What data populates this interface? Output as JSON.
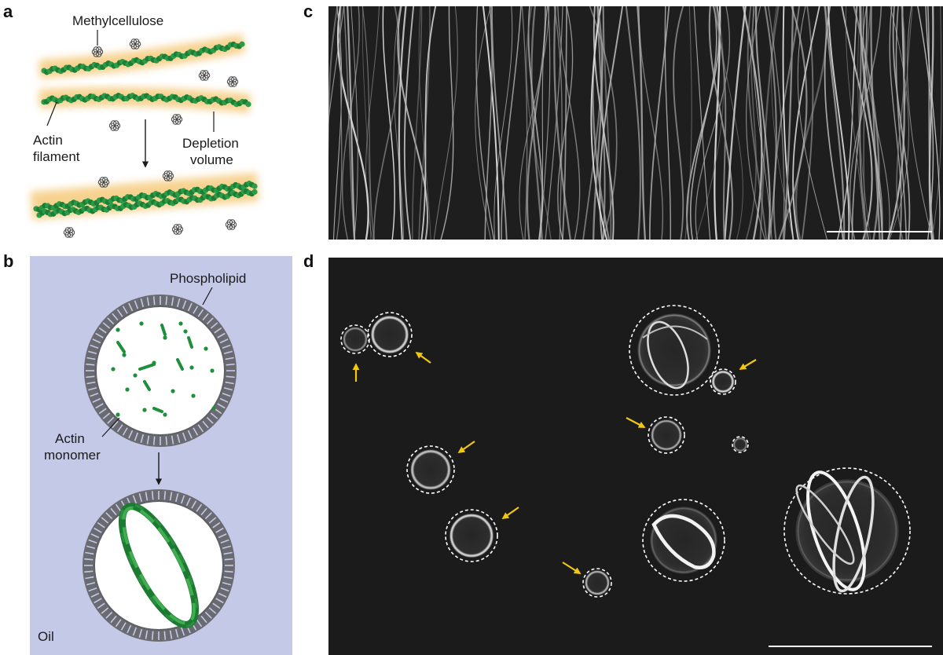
{
  "panels": {
    "a": {
      "label": "a",
      "methylcellulose": "Methylcellulose",
      "actin_line1": "Actin",
      "actin_line2": "filament",
      "depletion_line1": "Depletion",
      "depletion_line2": "volume"
    },
    "b": {
      "label": "b",
      "phospholipid": "Phospholipid",
      "monomer_line1": "Actin",
      "monomer_line2": "monomer",
      "oil": "Oil"
    },
    "c": {
      "label": "c"
    },
    "d": {
      "label": "d"
    }
  },
  "colors": {
    "oil_background": "#c5c9e8",
    "actin_green": "#1f8f3c",
    "depletion_halo": "#f4c36a",
    "lipid_gray": "#5f6066",
    "arrow_yellow": "#f2c80f",
    "micrograph_bg": "#1b1b1b"
  },
  "icons": [
    "methylcellulose-coil-icon",
    "down-arrow-icon",
    "yellow-arrow-icon"
  ]
}
